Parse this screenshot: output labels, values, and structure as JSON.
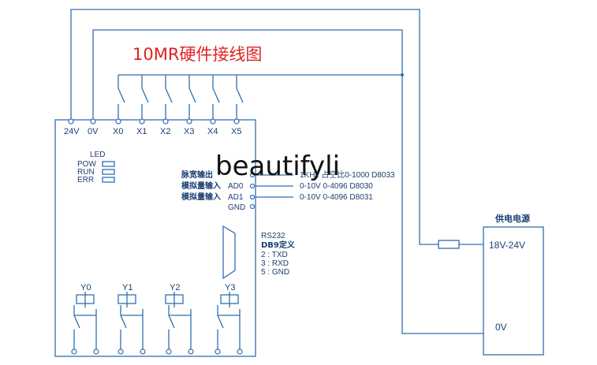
{
  "title": "10MR硬件接线图",
  "watermark": "beautifyli",
  "plc": {
    "input_terminals": [
      "24V",
      "0V",
      "X0",
      "X1",
      "X2",
      "X3",
      "X4",
      "X5"
    ],
    "led_header": "LED",
    "leds": [
      "POW",
      "RUN",
      "ERR"
    ],
    "pulse_output": {
      "label": "脉宽输出",
      "spec": "1KHz 占空比0-1000 D8033"
    },
    "analog_inputs": [
      {
        "label": "模拟量输入",
        "port": "AD0",
        "spec": "0-10V 0-4096 D8030"
      },
      {
        "label": "模拟量输入",
        "port": "AD1",
        "spec": "0-10V 0-4096 D8031"
      }
    ],
    "gnd_label": "GND",
    "rs232": {
      "title": "RS232",
      "subtitle": "DB9定义",
      "pins": [
        "2 : TXD",
        "3 : RXD",
        "5 : GND"
      ]
    },
    "outputs": [
      "Y0",
      "Y1",
      "Y2",
      "Y3"
    ]
  },
  "power_supply": {
    "title": "供电电源",
    "positive_label": "18V-24V",
    "zero_label": "0V"
  },
  "colors": {
    "line": "#2f6fb0",
    "text": "#1b3f73",
    "title": "#e0221f"
  }
}
